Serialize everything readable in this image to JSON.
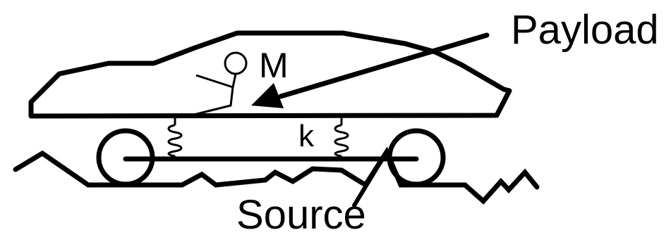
{
  "labels": {
    "payload": "Payload",
    "mass": "M",
    "spring": "k",
    "source": "Source"
  },
  "colors": {
    "stroke": "#000000",
    "background": "#ffffff"
  }
}
